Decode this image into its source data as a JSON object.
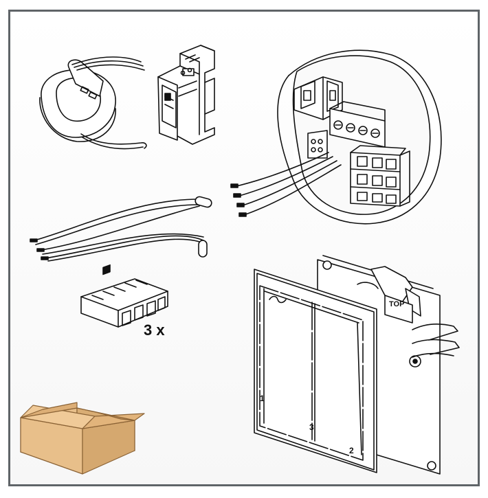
{
  "connector_quantity": "3 x",
  "switch_marks": {
    "rocker_1": "1",
    "rocker_2": "2",
    "rocker_3": "3",
    "mount_top": "TOP"
  },
  "colors": {
    "frame_border": "#5f6468",
    "box_fill": "#e8bf8a",
    "box_stroke": "#8a6235",
    "line": "#111111"
  }
}
